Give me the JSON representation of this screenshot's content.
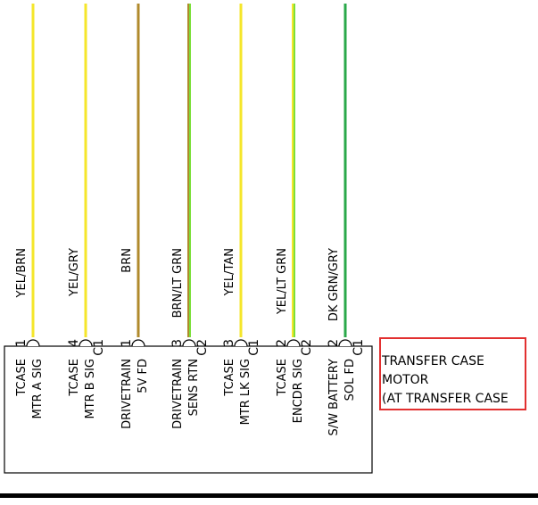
{
  "wires": [
    {
      "color_label": "YEL/BRN",
      "pin": "1",
      "connector": "",
      "circuit_lines": [
        "TCASE",
        "MTR A SIG"
      ],
      "stripe": [
        "#f5e62a",
        "#f5e62a"
      ]
    },
    {
      "color_label": "YEL/GRY",
      "pin": "4",
      "connector": "C1",
      "circuit_lines": [
        "TCASE",
        "MTR B SIG"
      ],
      "stripe": [
        "#f5e62a",
        "#f5e62a"
      ]
    },
    {
      "color_label": "BRN",
      "pin": "1",
      "connector": "",
      "circuit_lines": [
        "DRIVETRAIN",
        "5V FD"
      ],
      "stripe": [
        "#b08a2c",
        "#b08a2c"
      ]
    },
    {
      "color_label": "BRN/LT GRN",
      "pin": "3",
      "connector": "C2",
      "circuit_lines": [
        "DRIVETRAIN",
        "SENS RTN"
      ],
      "stripe": [
        "#b08a2c",
        "#7be03a"
      ]
    },
    {
      "color_label": "YEL/TAN",
      "pin": "3",
      "connector": "C1",
      "circuit_lines": [
        "TCASE",
        "MTR LK SIG"
      ],
      "stripe": [
        "#f5e62a",
        "#f5e62a"
      ]
    },
    {
      "color_label": "YEL/LT GRN",
      "pin": "2",
      "connector": "C2",
      "circuit_lines": [
        "TCASE",
        "ENCDR SIG"
      ],
      "stripe": [
        "#f5e62a",
        "#7be03a"
      ]
    },
    {
      "color_label": "DK GRN/GRY",
      "pin": "2",
      "connector": "C1",
      "circuit_lines": [
        "S/W BATTERY",
        "SOL FD"
      ],
      "stripe": [
        "#2aa84a",
        "#2aa84a"
      ]
    }
  ],
  "component": {
    "lines": [
      "TRANSFER CASE",
      "MOTOR",
      "(AT TRANSFER CASE"
    ],
    "highlight_color": "#e23030"
  }
}
